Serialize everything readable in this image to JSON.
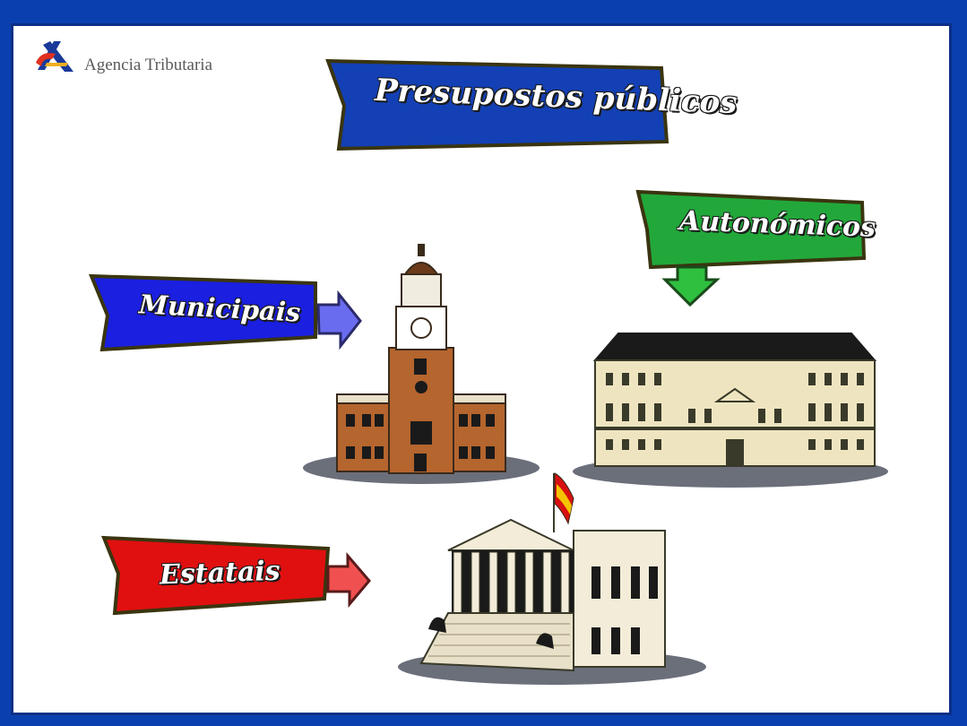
{
  "logo": {
    "text": "Agencia Tributaria",
    "icon": "agencia-tributaria-logo-icon"
  },
  "title": "Presupostos públicos",
  "banners": {
    "municipais": "Municipais",
    "autonomicos": "Autonómicos",
    "estatais": "Estatais"
  },
  "colors": {
    "frame": "#0a3fb0",
    "title_banner": "#1340b4",
    "municipais_banner": "#1a1fe0",
    "autonomicos_banner": "#22a83a",
    "estatais_banner": "#e01010"
  },
  "illustrations": [
    "city-hall-icon",
    "regional-government-building-icon",
    "parliament-building-icon",
    "spain-flag-icon"
  ]
}
